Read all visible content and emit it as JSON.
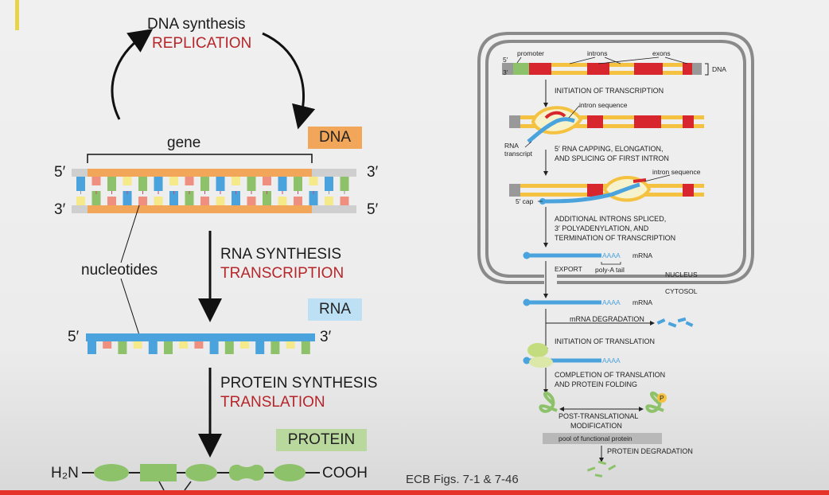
{
  "left": {
    "dna_synthesis": "DNA synthesis",
    "replication": "REPLICATION",
    "gene": "gene",
    "dna_box": "DNA",
    "five_prime": "5′",
    "three_prime": "3′",
    "nucleotides": "nucleotides",
    "rna_synthesis": "RNA SYNTHESIS",
    "transcription": "TRANSCRIPTION",
    "rna_box": "RNA",
    "protein_synthesis": "PROTEIN SYNTHESIS",
    "translation": "TRANSLATION",
    "protein_box": "PROTEIN",
    "h2n": "H₂N",
    "cooh": "COOH"
  },
  "right": {
    "promoter": "promoter",
    "introns": "introns",
    "exons": "exons",
    "five": "5′",
    "three": "3′",
    "dna": "DNA",
    "initiation_transcription": "INITIATION OF TRANSCRIPTION",
    "intron_sequence_1": "intron sequence",
    "rna": "RNA",
    "transcript": "transcript",
    "capping_1": "5′ RNA CAPPING, ELONGATION,",
    "capping_2": "AND SPLICING OF FIRST INTRON",
    "intron_sequence_2": "intron sequence",
    "five_cap": "5′ cap",
    "additional_1": "ADDITIONAL INTRONS SPLICED,",
    "additional_2": "3′ POLYADENYLATION, AND",
    "additional_3": "TERMINATION OF TRANSCRIPTION",
    "aaaa": "AAAA",
    "mrna": "mRNA",
    "export": "EXPORT",
    "poly_a_tail": "poly-A tail",
    "nucleus": "NUCLEUS",
    "cytosol": "CYTOSOL",
    "mrna_degradation": "mRNA DEGRADATION",
    "initiation_translation": "INITIATION OF TRANSLATION",
    "completion_1": "COMPLETION OF TRANSLATION",
    "completion_2": "AND PROTEIN FOLDING",
    "ptm_1": "POST-TRANSLATIONAL",
    "ptm_2": "MODIFICATION",
    "pool": "pool of functional protein",
    "protein_degradation": "PROTEIN DEGRADATION",
    "p": "P"
  },
  "caption": "ECB Figs. 7-1 & 7-46",
  "colors": {
    "orange": "#f2a65a",
    "blue": "#4aa3dc",
    "green": "#8dc26b",
    "pink": "#ef8f80",
    "yellow": "#f6e98a",
    "red_exon": "#d7262d",
    "intron_yellow": "#f4c240",
    "label_red": "#b5262b"
  }
}
